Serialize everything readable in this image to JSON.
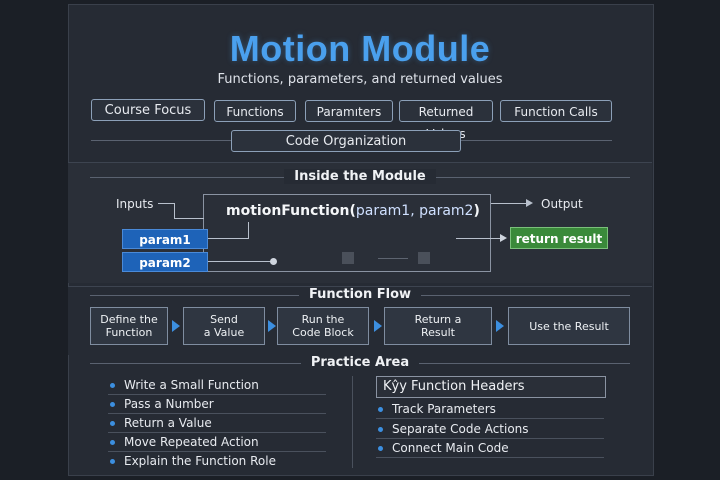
{
  "header": {
    "title": "Motion Module",
    "subtitle": "Functions, parameters, and returned values"
  },
  "topics": {
    "items": [
      "Course Focus",
      "Functions",
      "Paramıters",
      "Returned Values",
      "Function Calls"
    ],
    "center": "Code Organization"
  },
  "inside": {
    "title": "Inside the Module",
    "inputs_label": "Inputs",
    "output_label": "Output",
    "function_name": "motionFunction(",
    "function_params": "param1, param2",
    "function_close": ")",
    "param1": "param1",
    "param2": "param2",
    "result": "return result"
  },
  "flow": {
    "title": "Function Flow",
    "steps": [
      [
        "Define the",
        "Function"
      ],
      [
        "Send",
        "a Value"
      ],
      [
        "Run the",
        "Code Block"
      ],
      [
        "Return a",
        "Result"
      ],
      [
        "Use the Result",
        ""
      ]
    ]
  },
  "practice": {
    "title": "Practice Area",
    "left": [
      "Write a Small Function",
      "Pass a Number",
      "Return a Value",
      "Move Repeated Action",
      "Explain the Function Role"
    ],
    "right_header": "Kŷy Function Headers",
    "right": [
      "Track Parameters",
      "Separate Code Actions",
      "Connect Main Code"
    ]
  },
  "colors": {
    "accent": "#4aa0ee",
    "param_blue": "#1e63b8",
    "result_green": "#3a8a3a",
    "arrow_blue": "#3c8fe0"
  }
}
